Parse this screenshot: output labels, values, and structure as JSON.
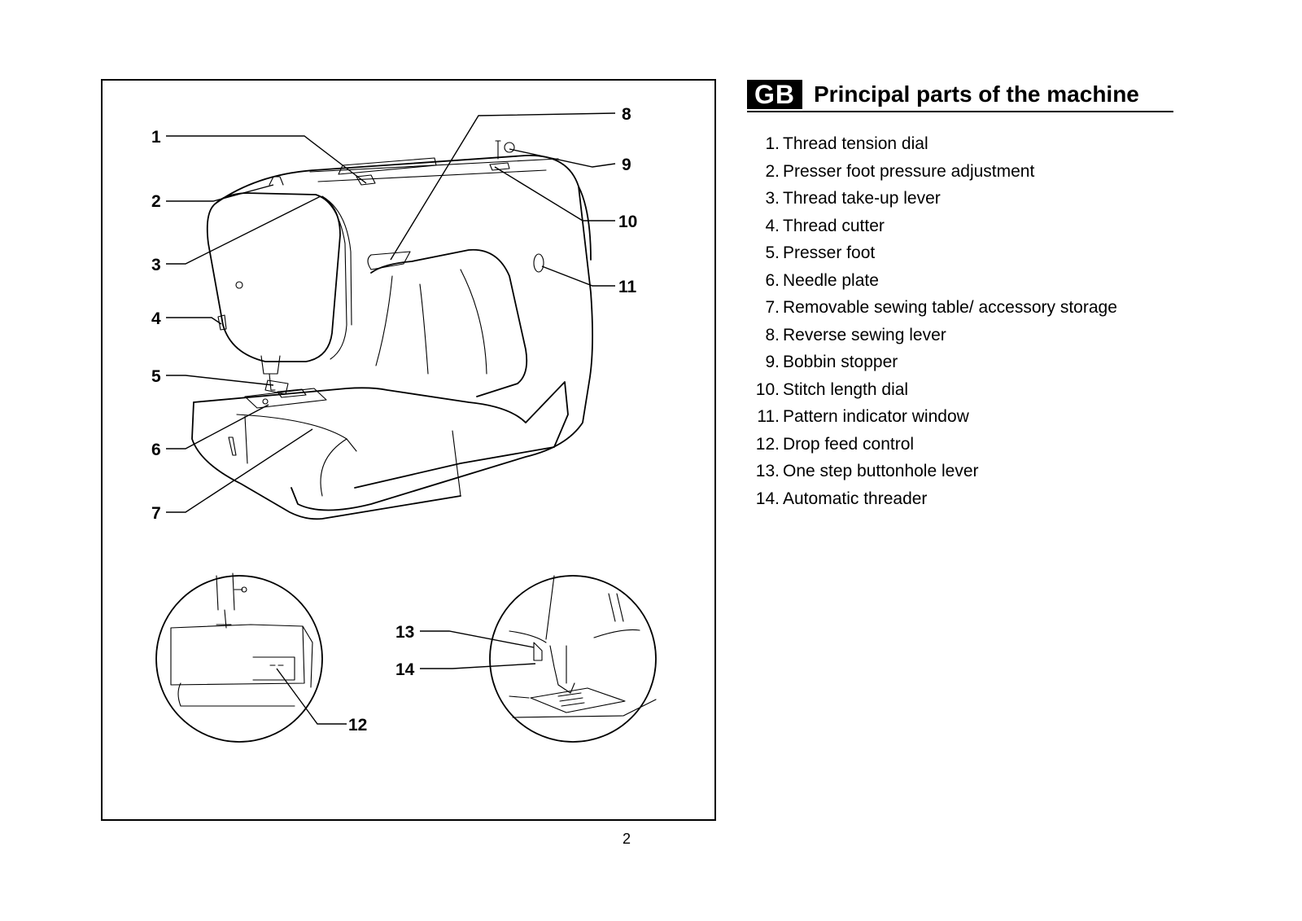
{
  "figure": {
    "callouts": [
      "1",
      "2",
      "3",
      "4",
      "5",
      "6",
      "7",
      "8",
      "9",
      "10",
      "11",
      "12",
      "13",
      "14"
    ]
  },
  "heading": {
    "badge": "GB",
    "title": "Principal parts of the machine"
  },
  "parts": [
    {
      "number": "1.",
      "label": "Thread tension dial"
    },
    {
      "number": "2.",
      "label": "Presser foot pressure adjustment"
    },
    {
      "number": "3.",
      "label": "Thread take-up lever"
    },
    {
      "number": "4.",
      "label": "Thread cutter"
    },
    {
      "number": "5.",
      "label": "Presser foot"
    },
    {
      "number": "6.",
      "label": "Needle plate"
    },
    {
      "number": "7.",
      "label": "Removable sewing table/ accessory storage"
    },
    {
      "number": "8.",
      "label": "Reverse sewing lever"
    },
    {
      "number": "9.",
      "label": "Bobbin stopper"
    },
    {
      "number": "10.",
      "label": "Stitch length dial"
    },
    {
      "number": "11.",
      "label": "Pattern indicator window"
    },
    {
      "number": "12.",
      "label": "Drop feed control"
    },
    {
      "number": "13.",
      "label": "One step buttonhole lever"
    },
    {
      "number": "14.",
      "label": "Automatic threader"
    }
  ],
  "page_number": "2"
}
